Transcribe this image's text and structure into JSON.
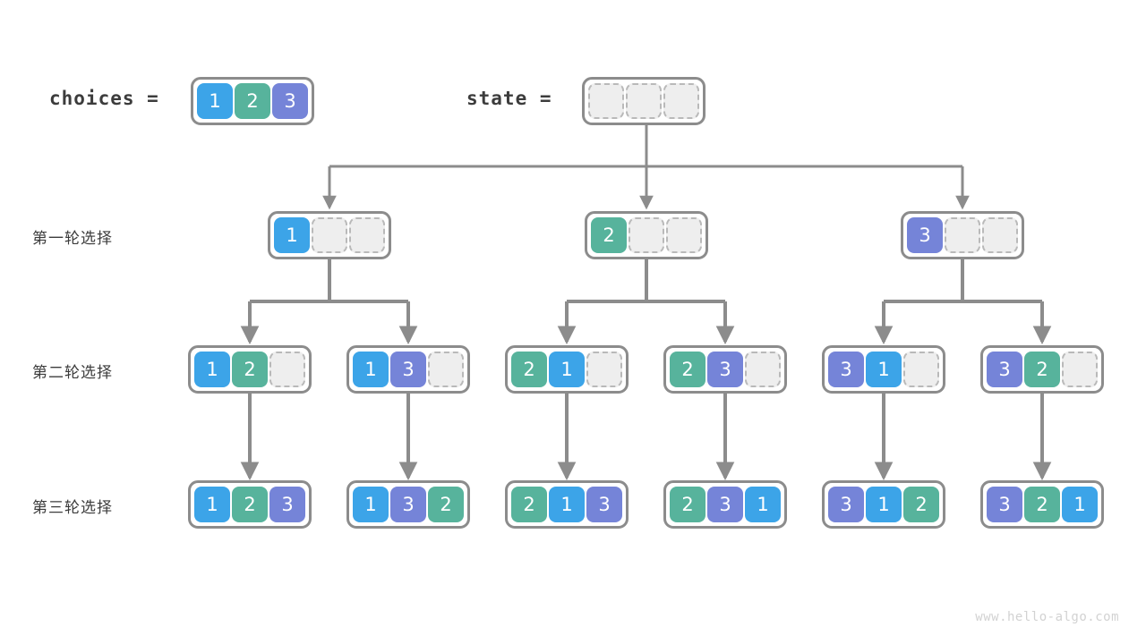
{
  "title": "Permutation backtracking decision tree",
  "colors": {
    "blue": "#3ca4e8",
    "green": "#57b39c",
    "purple": "#7584d8",
    "empty_fill": "#eeeeee",
    "empty_border": "#b9b9b9",
    "node_border": "#8c8c8c",
    "link": "#8c8c8c",
    "text": "#3c3c3c",
    "watermark": "#d2d2d2",
    "background": "#ffffff"
  },
  "header": {
    "choices_label": "choices =",
    "state_label": "state =",
    "choices_values": [
      1,
      2,
      3
    ],
    "state_values": [
      null,
      null,
      null
    ]
  },
  "row_labels": [
    "第一轮选择",
    "第二轮选择",
    "第三轮选择"
  ],
  "levels": [
    {
      "name": "level-1",
      "label": "第一轮选择",
      "nodes": [
        {
          "values": [
            1,
            null,
            null
          ]
        },
        {
          "values": [
            2,
            null,
            null
          ]
        },
        {
          "values": [
            3,
            null,
            null
          ]
        }
      ]
    },
    {
      "name": "level-2",
      "label": "第二轮选择",
      "nodes": [
        {
          "values": [
            1,
            2,
            null
          ]
        },
        {
          "values": [
            1,
            3,
            null
          ]
        },
        {
          "values": [
            2,
            1,
            null
          ]
        },
        {
          "values": [
            2,
            3,
            null
          ]
        },
        {
          "values": [
            3,
            1,
            null
          ]
        },
        {
          "values": [
            3,
            2,
            null
          ]
        }
      ]
    },
    {
      "name": "level-3",
      "label": "第三轮选择",
      "nodes": [
        {
          "values": [
            1,
            2,
            3
          ]
        },
        {
          "values": [
            1,
            3,
            2
          ]
        },
        {
          "values": [
            2,
            1,
            3
          ]
        },
        {
          "values": [
            2,
            3,
            1
          ]
        },
        {
          "values": [
            3,
            1,
            2
          ]
        },
        {
          "values": [
            3,
            2,
            1
          ]
        }
      ]
    }
  ],
  "watermark": "www.hello-algo.com"
}
